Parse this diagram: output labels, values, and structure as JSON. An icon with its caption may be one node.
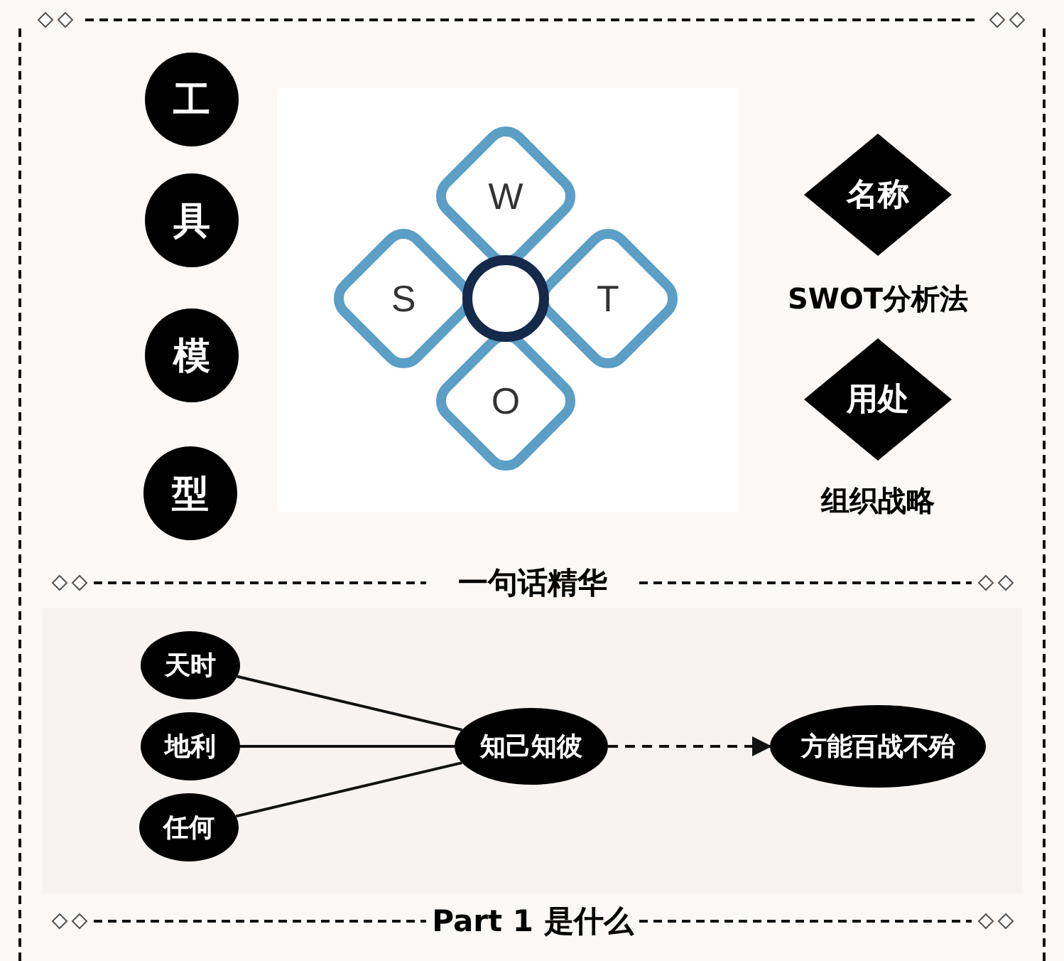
{
  "diagram": {
    "nodes": [
      {
        "text": [
          "工"
        ]
      },
      {
        "text": [
          "具"
        ]
      },
      {
        "text": [
          "模"
        ]
      },
      {
        "text": [
          "型"
        ]
      },
      {
        "text": [
          "W"
        ]
      },
      {
        "text": [
          "S"
        ]
      },
      {
        "text": [
          "T"
        ]
      },
      {
        "text": [
          "O"
        ]
      },
      {
        "text": [
          "名称"
        ],
        "beside": [
          "SWOT分析法"
        ]
      },
      {
        "text": [
          "用处"
        ],
        "beside": [
          "组织战略"
        ]
      },
      {
        "text": [
          "天时"
        ]
      },
      {
        "text": [
          "地利"
        ]
      },
      {
        "text": [
          "任何"
        ]
      },
      {
        "text": [
          "知己知彼"
        ]
      },
      {
        "text": [
          "方能百战不殆"
        ]
      }
    ],
    "edges": [
      {
        "from": 10,
        "to": 13,
        "arrow": "none"
      },
      {
        "from": 11,
        "to": 13,
        "arrow": "none"
      },
      {
        "from": 12,
        "to": 13,
        "arrow": "none"
      },
      {
        "from": 13,
        "to": 14,
        "arrow": "to",
        "style": "dashed"
      }
    ],
    "labels": [
      "一句话精华",
      "Part 1 是什么"
    ]
  }
}
